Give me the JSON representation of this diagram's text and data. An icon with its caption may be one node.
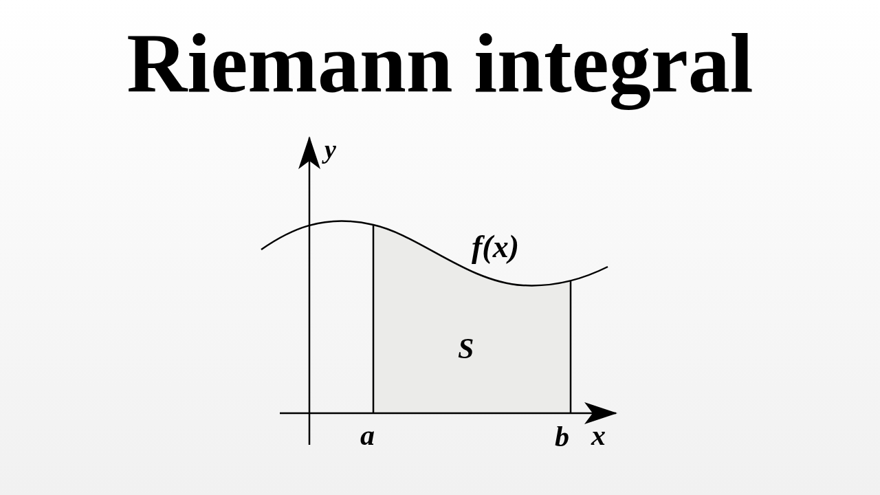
{
  "diagram": {
    "title": "Riemann integral",
    "labels": [
      "y",
      "f(x)",
      "S",
      "a",
      "b",
      "x"
    ]
  }
}
